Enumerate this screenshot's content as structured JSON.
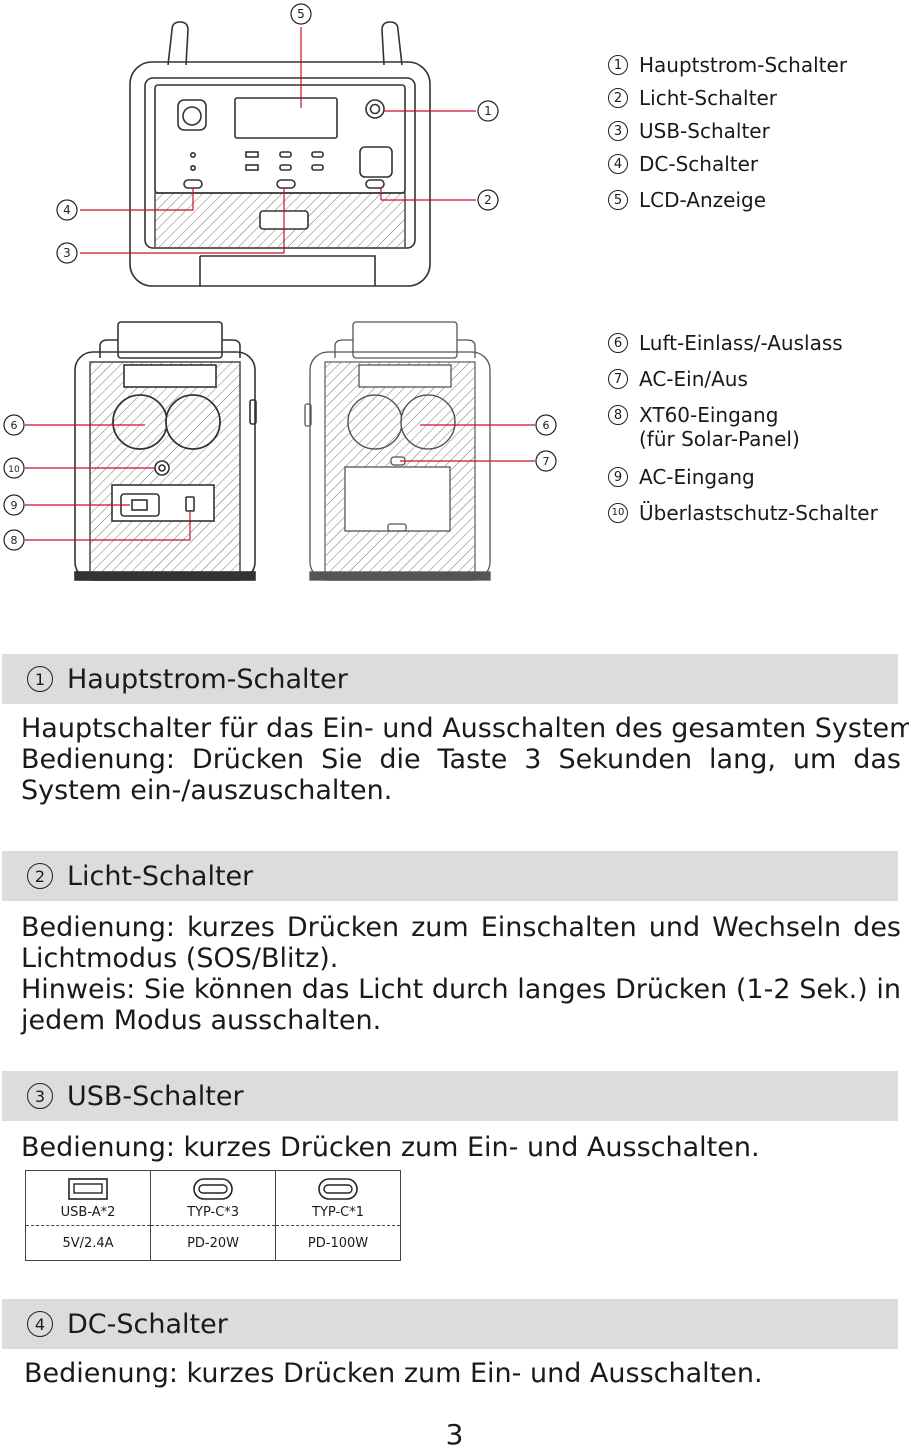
{
  "legend_top": [
    {
      "num": "1",
      "label": "Hauptstrom-Schalter"
    },
    {
      "num": "2",
      "label": "Licht-Schalter"
    },
    {
      "num": "3",
      "label": "USB-Schalter"
    },
    {
      "num": "4",
      "label": "DC-Schalter"
    },
    {
      "num": "5",
      "label": "LCD-Anzeige"
    }
  ],
  "legend_bottom": [
    {
      "num": "6",
      "label": "Luft-Einlass/-Auslass"
    },
    {
      "num": "7",
      "label": "AC-Ein/Aus"
    },
    {
      "num": "8",
      "label": "XT60-Eingang",
      "sub": "(für Solar-Panel)"
    },
    {
      "num": "9",
      "label": "AC-Eingang"
    },
    {
      "num": "10",
      "label": "Überlastschutz-Schalter"
    }
  ],
  "callouts": {
    "front": [
      "5",
      "1",
      "4",
      "2",
      "3"
    ],
    "side_left": [
      "6",
      "10",
      "9",
      "8"
    ],
    "side_right": [
      "6",
      "7"
    ]
  },
  "sections": [
    {
      "num": "1",
      "title": "Hauptstrom-Schalter",
      "lines": [
        "Hauptschalter für das Ein- und Ausschalten des gesamten Systems.",
        "Bedienung: Drücken Sie die Taste 3 Sekunden lang, um das System ein-/auszuschalten."
      ]
    },
    {
      "num": "2",
      "title": "Licht-Schalter",
      "lines": [
        "Bedienung: kurzes Drücken zum Einschalten und Wechseln des Lichtmodus (SOS/Blitz).",
        "Hinweis: Sie können das Licht durch langes Drücken (1-2 Sek.) in jedem Modus ausschalten."
      ]
    },
    {
      "num": "3",
      "title": "USB-Schalter",
      "lines": [
        "Bedienung: kurzes Drücken zum Ein- und Ausschalten."
      ]
    },
    {
      "num": "4",
      "title": "DC-Schalter",
      "lines": [
        "Bedienung: kurzes Drücken zum Ein- und Ausschalten."
      ]
    }
  ],
  "port_table": {
    "columns": [
      {
        "icon": "usb-a-port-icon",
        "name": "USB-A*2",
        "spec": "5V/2.4A"
      },
      {
        "icon": "usb-c-port-icon",
        "name": "TYP-C*3",
        "spec": "PD-20W"
      },
      {
        "icon": "usb-c-port-icon",
        "name": "TYP-C*1",
        "spec": "PD-100W"
      }
    ]
  },
  "page_number": "3",
  "colors": {
    "callout_line": "#c8102e",
    "section_bg": "#dcdcdc",
    "drawing_stroke": "#333333"
  }
}
